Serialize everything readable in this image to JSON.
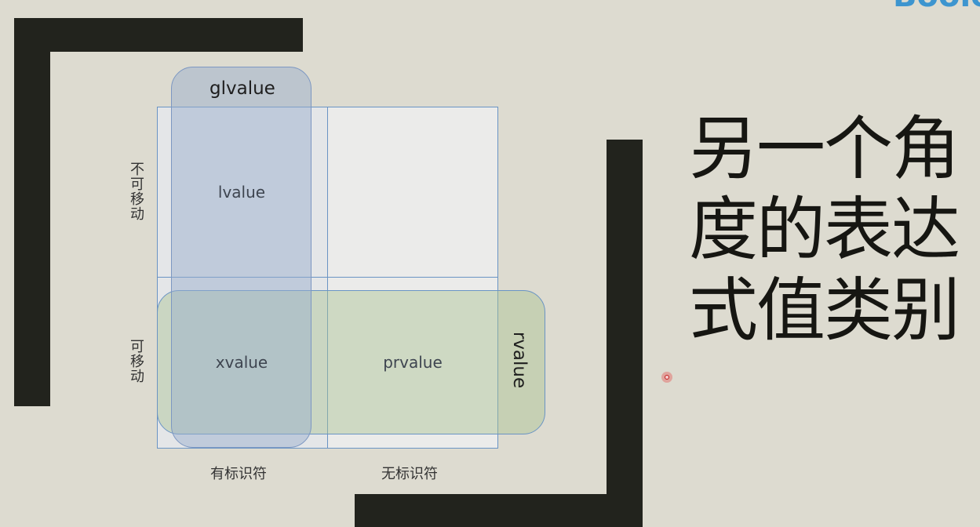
{
  "slide": {
    "brand_text": "Boolean",
    "headline_lines": [
      "另一个角",
      "度的表达",
      "式值类别"
    ]
  },
  "diagram": {
    "cells": {
      "top_left": "lvalue",
      "top_right": "",
      "bottom_left": "xvalue",
      "bottom_right": "prvalue"
    },
    "groups": {
      "left_column": "glvalue",
      "bottom_row": "rvalue"
    },
    "row_labels": [
      "不可移动",
      "可移动"
    ],
    "column_labels": [
      "有标识符",
      "无标识符"
    ]
  },
  "colors": {
    "background": "#dddbd0",
    "dark_frame": "#22231d",
    "grid_line": "#6a94c4",
    "glvalue_fill": "#98aecc",
    "rvalue_fill": "#a8c08c",
    "brand": "#3d95cf",
    "cursor": "#c21e1e"
  }
}
